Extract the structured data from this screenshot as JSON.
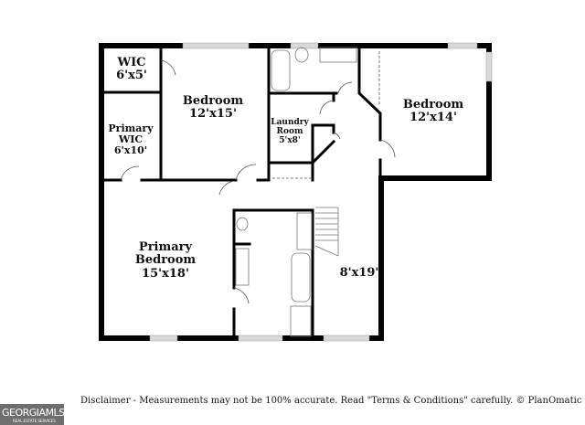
{
  "rooms": [
    {
      "name": "WIC",
      "size": "6'x5'"
    },
    {
      "name": "Bedroom",
      "size": "12'x15'"
    },
    {
      "name": "Primary WIC",
      "size": "6'x10'"
    },
    {
      "name": "Laundry Room",
      "size": "5'x8'"
    },
    {
      "name": "Bedroom",
      "size": "12'x14'"
    },
    {
      "name": "Primary Bedroom",
      "size": "15'x18'"
    },
    {
      "name": "",
      "size": "8'x19'"
    }
  ],
  "disclaimer": "Disclaimer - Measurements may not be 100% accurate. Read \"Terms & Conditions\" carefully. © PlanOmatic",
  "logo": {
    "text": "GEORGIAMLS",
    "sub": "REAL ESTATE SERVICES"
  },
  "colors": {
    "wall": "#000000",
    "window": "#d9d9d9",
    "logo_bg": "#6e6e6e"
  }
}
